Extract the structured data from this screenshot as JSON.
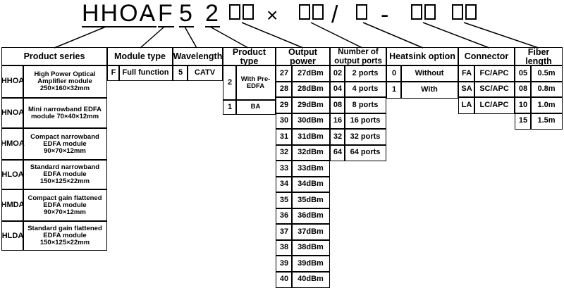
{
  "code": {
    "prefix": "HHOA",
    "dash1": "-",
    "module": "F",
    "wavelength": "5",
    "product_type": "2",
    "times": "×",
    "slash": "/",
    "dash2": "-"
  },
  "columns": {
    "product_series": {
      "title": "Product series",
      "items": [
        {
          "code": "HHOA",
          "desc": "High Power Optical Amplifier module 250×160×32mm"
        },
        {
          "code": "HNOA",
          "desc": "Mini narrowband EDFA module 70×40×12mm"
        },
        {
          "code": "HMOA",
          "desc": "Compact narrowband EDFA module 90×70×12mm"
        },
        {
          "code": "HLOA",
          "desc": "Standard narrowband EDFA module 150×125×22mm"
        },
        {
          "code": "HMDA",
          "desc": "Compact gain flattened EDFA module 90×70×12mm"
        },
        {
          "code": "HLDA",
          "desc": "Standard gain flattened EDFA module 150×125×22mm"
        }
      ]
    },
    "module_type": {
      "title": "Module type",
      "items": [
        {
          "code": "F",
          "desc": "Full function"
        }
      ]
    },
    "wavelength": {
      "title": "Wavelength",
      "items": [
        {
          "code": "5",
          "desc": "CATV"
        }
      ]
    },
    "product_type": {
      "title": "Product type",
      "items": [
        {
          "code": "2",
          "desc": "With Pre-EDFA"
        },
        {
          "code": "1",
          "desc": "BA"
        }
      ]
    },
    "output_power": {
      "title": "Output power",
      "items": [
        {
          "code": "27",
          "desc": "27dBm"
        },
        {
          "code": "28",
          "desc": "28dBm"
        },
        {
          "code": "29",
          "desc": "29dBm"
        },
        {
          "code": "30",
          "desc": "30dBm"
        },
        {
          "code": "31",
          "desc": "31dBm"
        },
        {
          "code": "32",
          "desc": "32dBm"
        },
        {
          "code": "33",
          "desc": "33dBm"
        },
        {
          "code": "34",
          "desc": "34dBm"
        },
        {
          "code": "35",
          "desc": "35dBm"
        },
        {
          "code": "36",
          "desc": "36dBm"
        },
        {
          "code": "37",
          "desc": "37dBm"
        },
        {
          "code": "38",
          "desc": "38dBm"
        },
        {
          "code": "39",
          "desc": "39dBm"
        },
        {
          "code": "40",
          "desc": "40dBm"
        }
      ]
    },
    "output_ports": {
      "title": "Number of output ports",
      "items": [
        {
          "code": "02",
          "desc": "2 ports"
        },
        {
          "code": "04",
          "desc": "4 ports"
        },
        {
          "code": "08",
          "desc": "8 ports"
        },
        {
          "code": "16",
          "desc": "16 ports"
        },
        {
          "code": "32",
          "desc": "32 ports"
        },
        {
          "code": "64",
          "desc": "64 ports"
        }
      ]
    },
    "heatsink": {
      "title": "Heatsink option",
      "items": [
        {
          "code": "0",
          "desc": "Without"
        },
        {
          "code": "1",
          "desc": "With"
        }
      ]
    },
    "connector": {
      "title": "Connector",
      "items": [
        {
          "code": "FA",
          "desc": "FC/APC"
        },
        {
          "code": "SA",
          "desc": "SC/APC"
        },
        {
          "code": "LA",
          "desc": "LC/APC"
        }
      ]
    },
    "fiber_length": {
      "title": "Fiber length",
      "items": [
        {
          "code": "05",
          "desc": "0.5m"
        },
        {
          "code": "08",
          "desc": "0.8m"
        },
        {
          "code": "10",
          "desc": "1.0m"
        },
        {
          "code": "15",
          "desc": "1.5m"
        }
      ]
    }
  }
}
